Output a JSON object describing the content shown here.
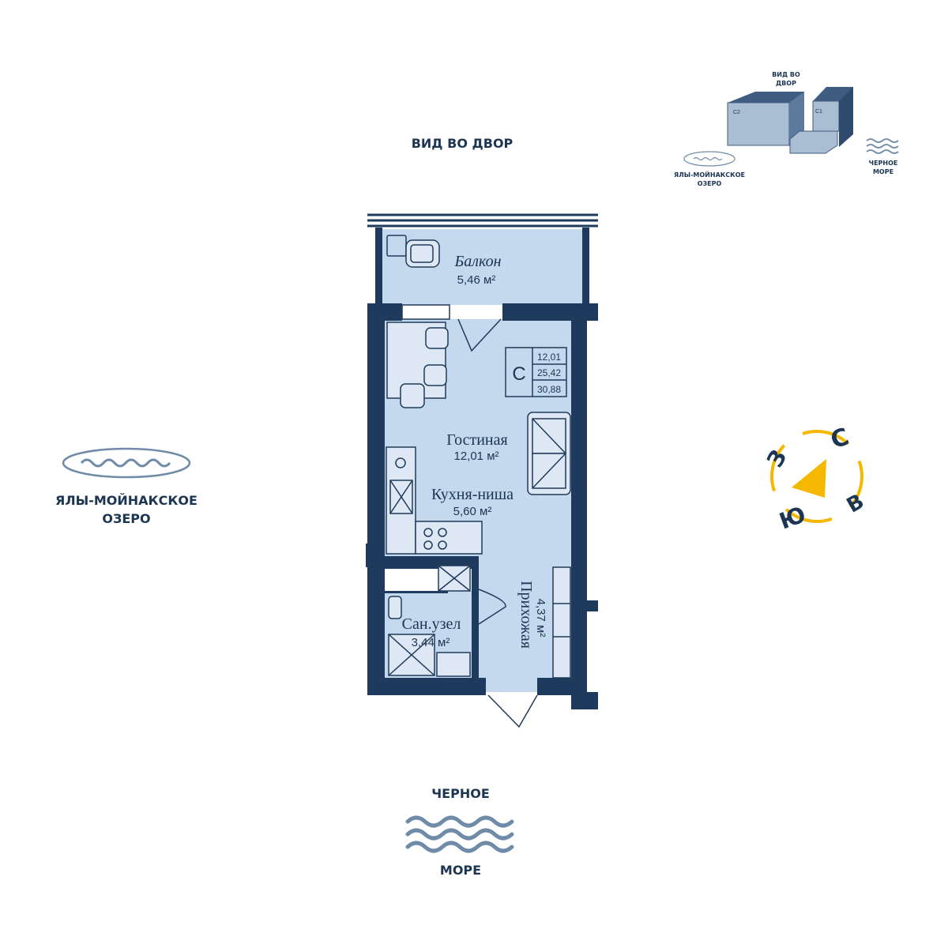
{
  "header": {
    "courtyard_view": "ВИД ВО ДВОР"
  },
  "orientation": {
    "lake_line1": "ЯЛЫ-МОЙНАКСКОЕ",
    "lake_line2": "ОЗЕРО",
    "sea_top": "ЧЕРНОЕ",
    "sea_bottom": "МОРЕ"
  },
  "minimap": {
    "courtyard_line1": "ВИД ВО",
    "courtyard_line2": "ДВОР",
    "block_c2": "C2",
    "block_c1": "C1",
    "lake_line1": "ЯЛЫ-МОЙНАКСКОЕ",
    "lake_line2": "ОЗЕРО",
    "sea_line1": "ЧЕРНОЕ",
    "sea_line2": "МОРЕ"
  },
  "compass": {
    "north": "С",
    "west": "З",
    "south": "Ю",
    "east": "В",
    "accent_color": "#f5b800"
  },
  "apartment": {
    "type": "C",
    "area_living": "12,01",
    "area_total_no_balcony": "25,42",
    "area_total": "30,88"
  },
  "rooms": {
    "balcony": {
      "name": "Балкон",
      "area": "5,46 м²"
    },
    "living": {
      "name": "Гостиная",
      "area": "12,01 м²"
    },
    "kitchen": {
      "name": "Кухня-ниша",
      "area": "5,60 м²"
    },
    "hallway": {
      "name": "Прихожая",
      "area": "4,37 м²"
    },
    "bathroom": {
      "name": "Сан.узел",
      "area": "3,44 м²"
    }
  },
  "colors": {
    "wall": "#1e3a5c",
    "floor": "#c4d9ee",
    "text": "#1b3553",
    "wave": "#6f8ba8"
  }
}
